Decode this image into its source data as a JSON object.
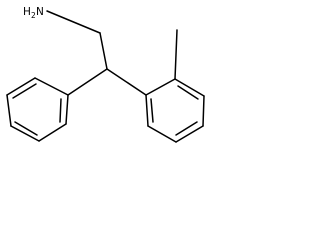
{
  "molecule": {
    "amine_label": {
      "main": "H",
      "subscript": "2",
      "tail": "N"
    }
  }
}
